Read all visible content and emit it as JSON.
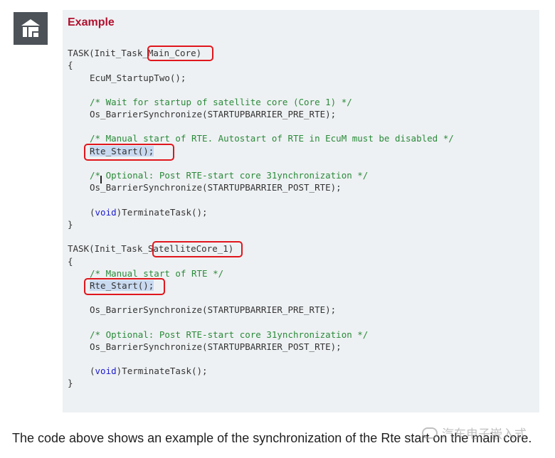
{
  "panel": {
    "title": "Example",
    "icon": "building-info-icon"
  },
  "code": {
    "task1_head_a": "TASK(Init_Task",
    "task1_head_b": "_Main_Core",
    "task1_head_c": ")",
    "open1": "{",
    "startup": "EcuM_StartupTwo();",
    "c1": "/* Wait for startup of satellite core (Core 1) */",
    "barrier1_pre": "Os_BarrierSynchronize(STARTUPBARRIER_PRE_RTE);",
    "c2": "/* Manual start of RTE. Autostart of RTE in EcuM must be disabled */",
    "rte1": "Rte_Start();",
    "c3": "/* Optional: Post RTE-start core 31ynchronization */",
    "barrier1_post": "Os_BarrierSynchronize(STARTUPBARRIER_POST_RTE);",
    "void_kw": "void",
    "term_open": "(",
    "term_rest": ")TerminateTask();",
    "close1": "}",
    "task2_head_a": "TASK(Init_Task",
    "task2_head_b": "_SatelliteCore_1",
    "task2_head_c": ")",
    "open2": "{",
    "c4": "/* Manual start of RTE */",
    "rte2": "Rte_Start();",
    "barrier2_pre": "Os_BarrierSynchronize(STARTUPBARRIER_PRE_RTE);",
    "c5": "/* Optional: Post RTE-start core 31ynchronization */",
    "barrier2_post": "Os_BarrierSynchronize(STARTUPBARRIER_POST_RTE);",
    "close2": "}"
  },
  "caption": "The code above shows an example of the synchronization of the Rte start on the main core.",
  "watermark": "汽车电子嵌入式",
  "colors": {
    "title": "#b0102f",
    "comment": "#2a8a3a",
    "keyword": "#1b1bd0",
    "highlight_box": "#e0161c",
    "panel_bg": "#eef1f3"
  }
}
